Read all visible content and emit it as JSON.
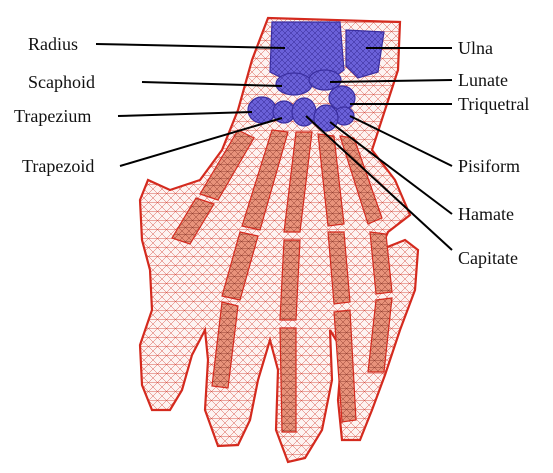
{
  "labels": {
    "radius": "Radius",
    "scaphoid": "Scaphoid",
    "trapezium": "Trapezium",
    "trapezoid": "Trapezoid",
    "ulna": "Ulna",
    "lunate": "Lunate",
    "triquetral": "Triquetral",
    "pisiform": "Pisiform",
    "hamate": "Hamate",
    "capitate": "Capitate"
  },
  "colors": {
    "mesh_line": "#d42a1e",
    "bone_fill": "#e8927a",
    "carpal_fill": "#6a60d8",
    "label_text": "#111111",
    "leader_line": "#000000"
  }
}
